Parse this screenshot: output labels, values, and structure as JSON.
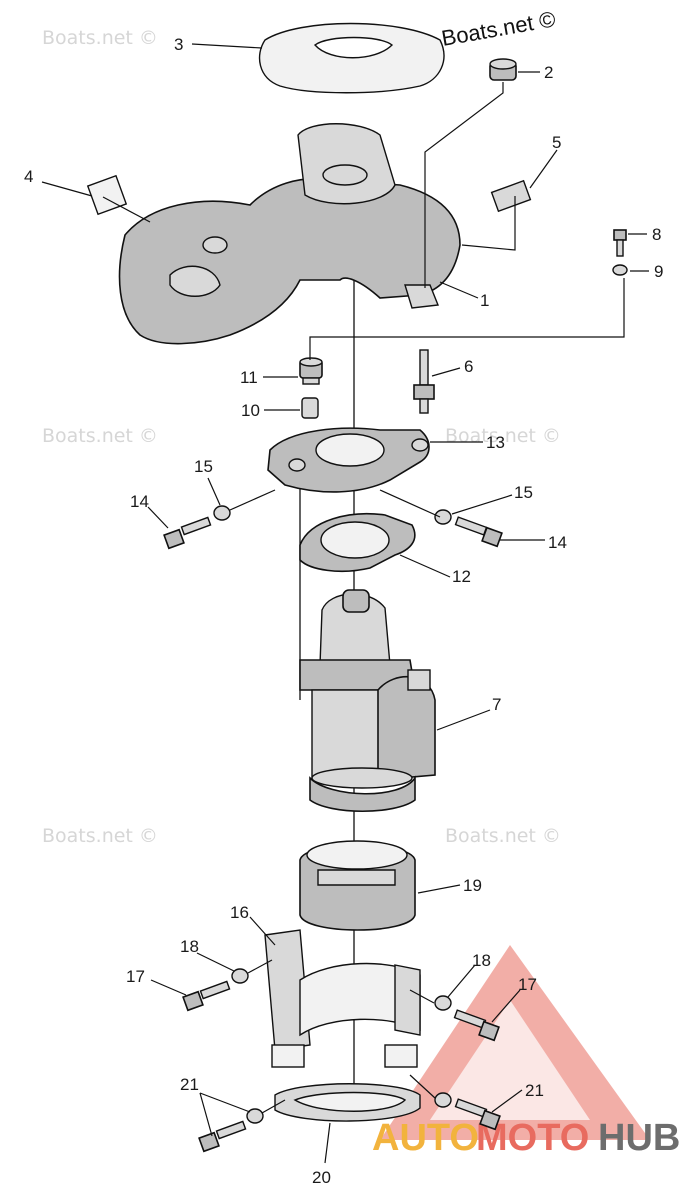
{
  "watermarks": {
    "top_right": "Boats.net ©",
    "faded": "Boats.net ©"
  },
  "logo": {
    "part1": "AUTO",
    "part2": "MOTO",
    "part3": "HUB"
  },
  "callouts": {
    "c1": "1",
    "c2": "2",
    "c3": "3",
    "c4": "4",
    "c5": "5",
    "c6": "6",
    "c7": "7",
    "c8": "8",
    "c9": "9",
    "c10": "10",
    "c11": "11",
    "c12": "12",
    "c13": "13",
    "c14a": "14",
    "c14b": "14",
    "c15a": "15",
    "c15b": "15",
    "c16": "16",
    "c17a": "17",
    "c17b": "17",
    "c18a": "18",
    "c18b": "18",
    "c19": "19",
    "c20": "20",
    "c21a": "21",
    "c21b": "21"
  },
  "colors": {
    "line": "#111111",
    "logo_triangle": "#e86b5f",
    "logo_auto": "#f2b33d",
    "logo_hub": "#6d6d6d"
  }
}
